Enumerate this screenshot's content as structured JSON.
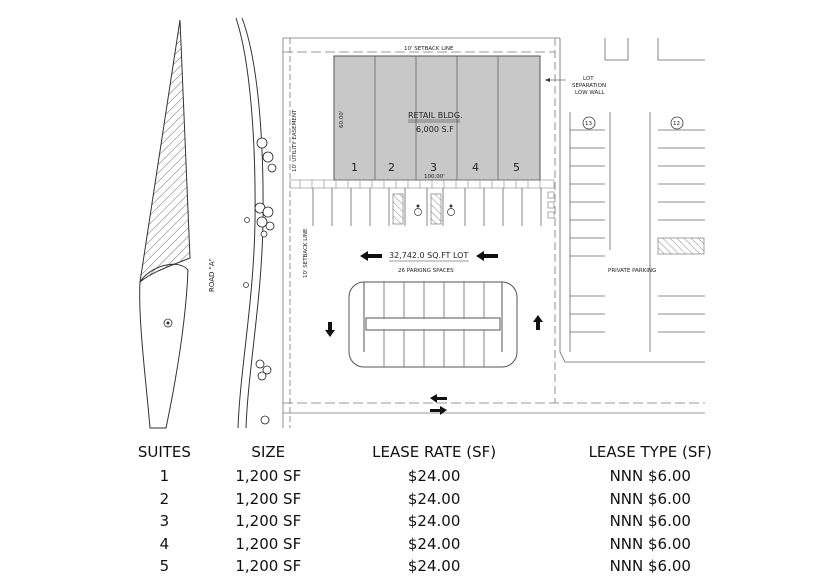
{
  "site_plan": {
    "setback_top": "10' SETBACK LINE",
    "setback_left": "10' SETBACK LINE",
    "utility_easement": "10' UTILITY EASEMENT",
    "road_label": "ROAD \"A\"",
    "building_name": "RETAIL BLDG.",
    "building_area": "6,000 S.F",
    "building_depth": "60.00'",
    "building_width": "100.00'",
    "suite_numbers": [
      "1",
      "2",
      "3",
      "4",
      "5"
    ],
    "lot_area": "32,742.0 SQ.FT LOT",
    "parking_spaces": "26 PARKING SPACES",
    "lot_separation_1": "LOT",
    "lot_separation_2": "SEPARATION",
    "lot_separation_3": "LOW WALL",
    "private_parking": "PRIVATE PARKING",
    "marker_left": "13",
    "marker_right": "12"
  },
  "table": {
    "headers": [
      "SUITES",
      "SIZE",
      "LEASE RATE (SF)",
      "LEASE TYPE (SF)"
    ],
    "rows": [
      [
        "1",
        "1,200 SF",
        "$24.00",
        "NNN $6.00"
      ],
      [
        "2",
        "1,200 SF",
        "$24.00",
        "NNN $6.00"
      ],
      [
        "3",
        "1,200 SF",
        "$24.00",
        "NNN $6.00"
      ],
      [
        "4",
        "1,200 SF",
        "$24.00",
        "NNN $6.00"
      ],
      [
        "5",
        "1,200 SF",
        "$24.00",
        "NNN $6.00"
      ]
    ]
  }
}
